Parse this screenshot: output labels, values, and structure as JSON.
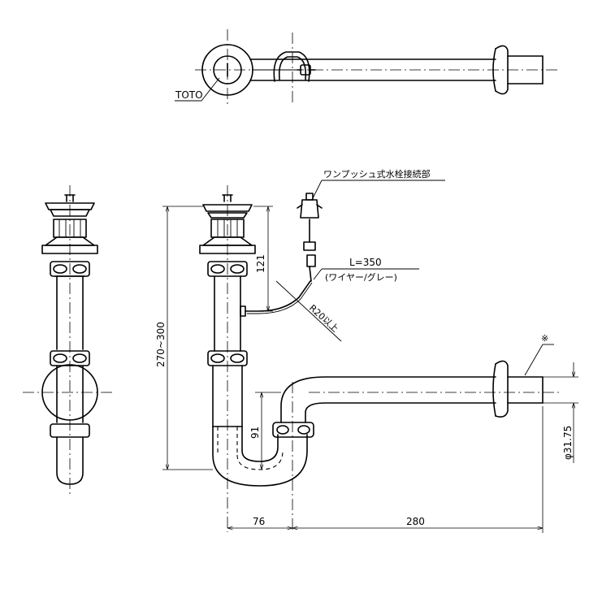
{
  "labels": {
    "brand": "TOTO",
    "connection_note": "ワンプッシュ式水栓接続部",
    "wire_length": "L=350",
    "wire_note": "(ワイヤー/グレー)",
    "bend_radius": "R20以上",
    "asterisk": "※"
  },
  "dimensions": {
    "overall_height": "270~300",
    "upper_height": "121",
    "trap_depth": "91",
    "trap_offset": "76",
    "horizontal_length": "280",
    "pipe_diameter": "φ31.75"
  }
}
